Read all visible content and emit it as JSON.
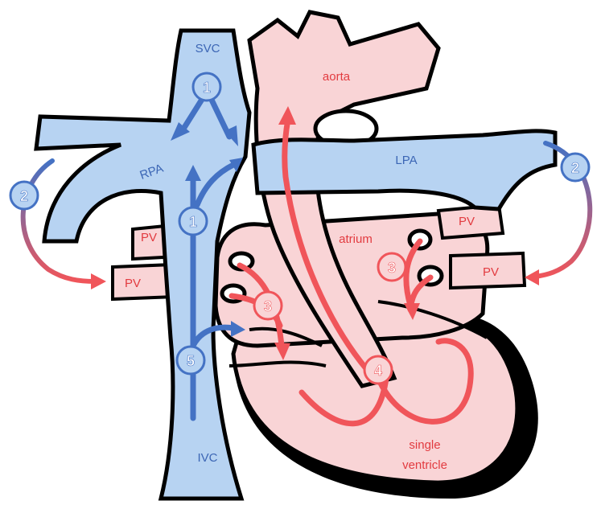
{
  "colors": {
    "vessel_blue": "#b7d3f2",
    "heart_pink": "#f9d4d6",
    "outline": "#000000",
    "arrow_blue": "#4472c4",
    "arrow_red": "#f0555a",
    "text_blue": "#3c66b5",
    "text_red": "#e23b40"
  },
  "labels": {
    "svc": "SVC",
    "rpa": "RPA",
    "lpa": "LPA",
    "ivc": "IVC",
    "aorta": "aorta",
    "atrium": "atrium",
    "pv_upper_left": "PV",
    "pv_lower_left": "PV",
    "pv_upper_right": "PV",
    "pv_lower_right": "PV",
    "ventricle_line1": "single",
    "ventricle_line2": "ventricle"
  },
  "markers": {
    "svc_flow": "1",
    "ivc_flow": "1",
    "left_return": "2",
    "right_return": "2",
    "atrium_left": "3",
    "atrium_right": "3",
    "ventricle_outflow": "4",
    "ivc_lower": "5"
  }
}
